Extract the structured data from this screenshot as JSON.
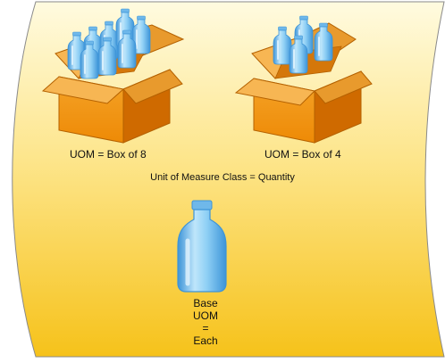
{
  "diagram": {
    "box_of_8_label": "UOM = Box of 8",
    "box_of_4_label": "UOM = Box of 4",
    "class_label": "Unit of Measure Class = Quantity",
    "base_label_lines": [
      "Base",
      "UOM",
      "=",
      "Each"
    ],
    "box_of_8_bottle_count": 8,
    "box_of_4_bottle_count": 4,
    "colors": {
      "background_light": "#fffbe0",
      "background_dark": "#f6c21a",
      "box_front": "#f0900c",
      "box_side": "#cf6a00",
      "box_flap": "#f7b653",
      "bottle": "#8fd0f5",
      "bottle_dark": "#3d94d8",
      "outline": "#7a7a7a"
    }
  }
}
